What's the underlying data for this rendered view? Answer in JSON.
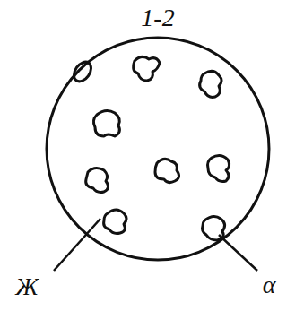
{
  "diagram": {
    "labels": [
      "1-2",
      "Ж",
      "α"
    ]
  }
}
